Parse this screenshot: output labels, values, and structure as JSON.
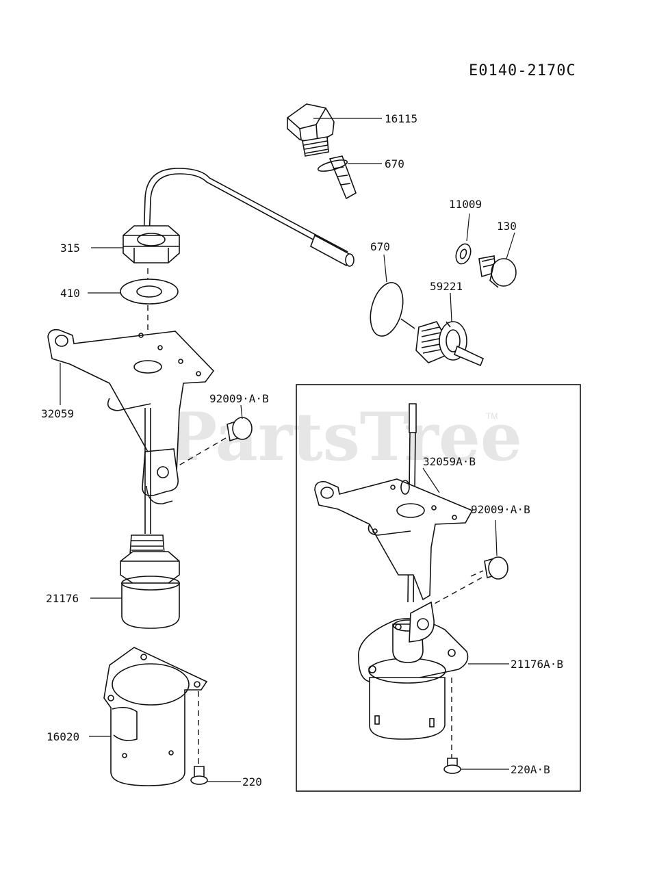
{
  "drawing_id": "E0140-2170C",
  "watermark": "PartsTree",
  "watermark_tm": "TM",
  "parts": {
    "p16115": "16115",
    "p670_top": "670",
    "p11009": "11009",
    "p130": "130",
    "p670_mid": "670",
    "p59221": "59221",
    "p315": "315",
    "p410": "410",
    "p32059": "32059",
    "p92009_left": "92009·A·B",
    "p21176": "21176",
    "p16020": "16020",
    "p220": "220",
    "p32059ab": "32059A·B",
    "p92009_right": "92009·A·B",
    "p21176ab": "21176A·B",
    "p220ab": "220A·B"
  }
}
